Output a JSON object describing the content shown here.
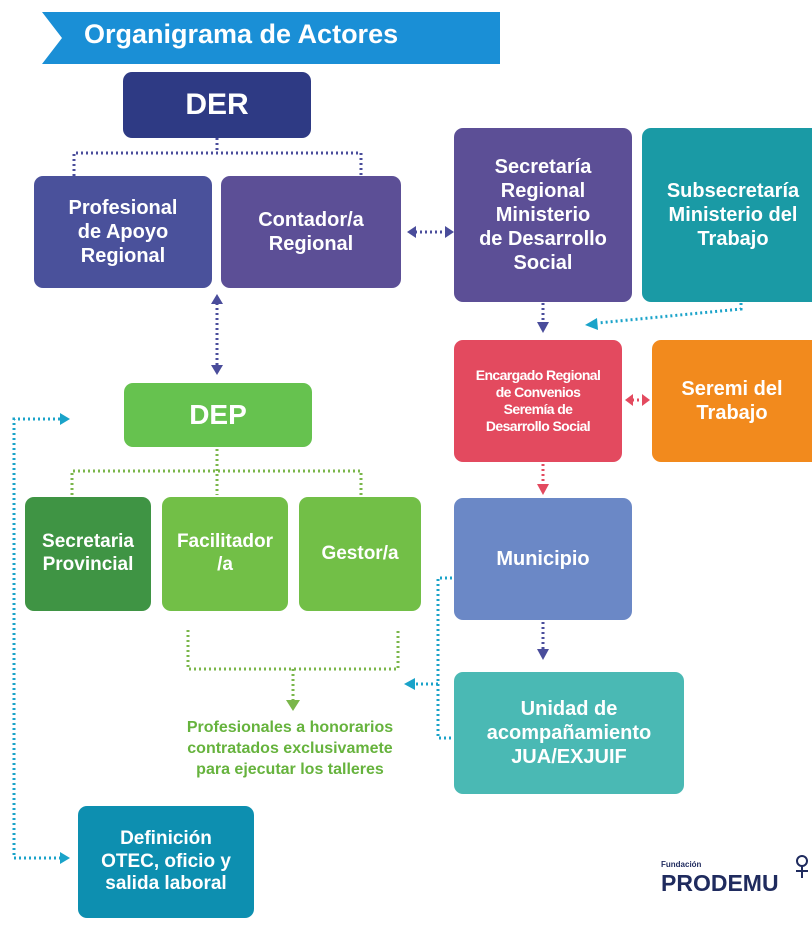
{
  "title": "Organigrama de Actores",
  "nodes": {
    "der": "DER",
    "profesional": "Profesional\nde Apoyo\nRegional",
    "contador": "Contador/a\nRegional",
    "secretaria_regional": "Secretaría\nRegional\nMinisterio\nde Desarrollo\nSocial",
    "subsecretaria": "Subsecretaría\nMinisterio del\nTrabajo",
    "encargado": "Encargado Regional\nde Convenios\nSeremía de\nDesarrollo Social",
    "seremi": "Seremi del\nTrabajo",
    "dep": "DEP",
    "secretaria_provincial": "Secretaria\nProvincial",
    "facilitador": "Facilitador\n/a",
    "gestor": "Gestor/a",
    "municipio": "Municipio",
    "unidad": "Unidad de\nacompañamiento\nJUA/EXJUIF",
    "definicion": "Definición\nOTEC, oficio y\nsalida laboral"
  },
  "note": "Profesionales a honorarios\ncontratados exclusivamete\npara ejecutar los talleres",
  "logo": {
    "small": "Fundación",
    "main": "PRODEMU"
  },
  "colors": {
    "banner": "#1a8fd6",
    "der": "#2e3a84",
    "indigo": "#4a519b",
    "purple": "#5c4f96",
    "teal": "#1a9aa5",
    "red": "#e34a5f",
    "orange": "#f28a1d",
    "green": "#66c24f",
    "dark_green": "#3f9444",
    "light_green": "#72bf47",
    "blue": "#6b88c6",
    "light_teal": "#4ab9b4",
    "cyan": "#0d8fb0",
    "connector_purple": "#4a4d9b",
    "connector_green": "#7ab64a",
    "connector_cyan": "#1aa3c9",
    "connector_red": "#e34a5f"
  }
}
